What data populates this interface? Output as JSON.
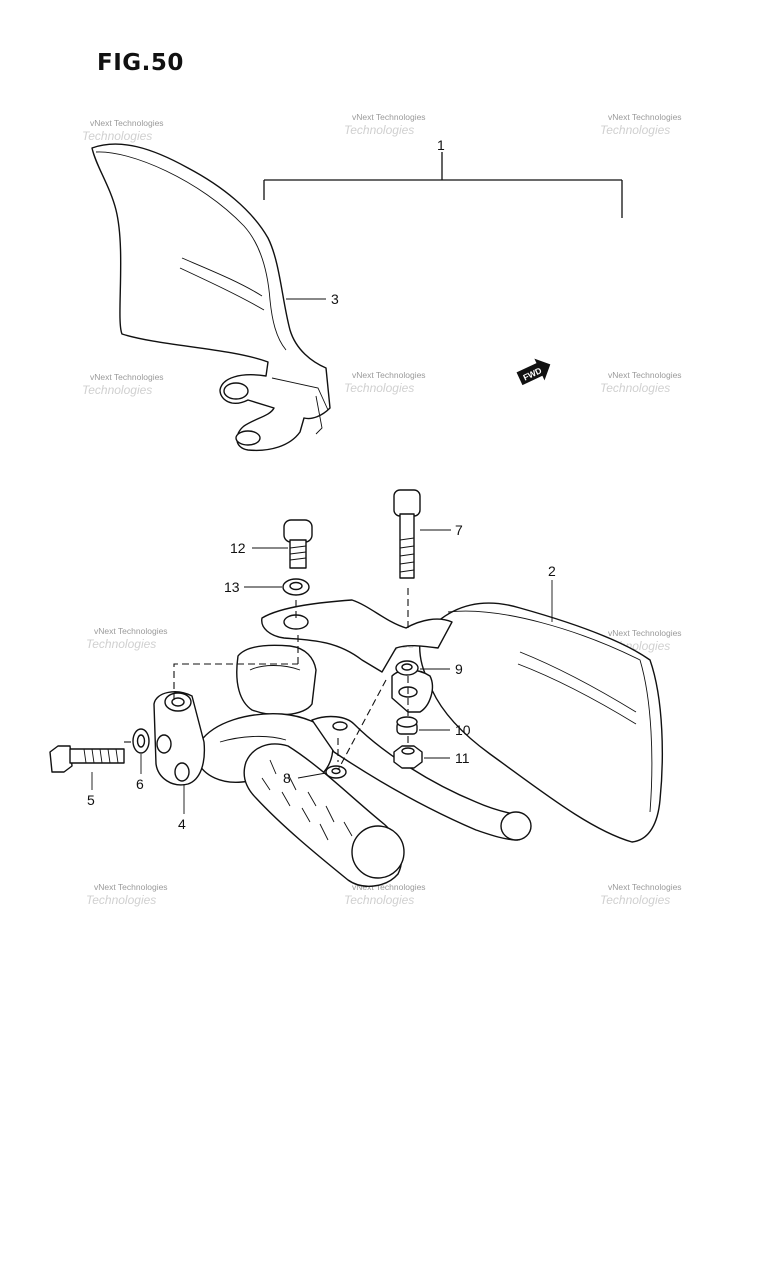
{
  "figure": {
    "title": "FIG.50"
  },
  "callouts": [
    {
      "id": "1",
      "label": "1"
    },
    {
      "id": "2",
      "label": "2"
    },
    {
      "id": "3",
      "label": "3"
    },
    {
      "id": "4",
      "label": "4"
    },
    {
      "id": "5",
      "label": "5"
    },
    {
      "id": "6",
      "label": "6"
    },
    {
      "id": "7",
      "label": "7"
    },
    {
      "id": "8",
      "label": "8"
    },
    {
      "id": "9",
      "label": "9"
    },
    {
      "id": "10",
      "label": "10"
    },
    {
      "id": "11",
      "label": "11"
    },
    {
      "id": "12",
      "label": "12"
    },
    {
      "id": "13",
      "label": "13"
    }
  ],
  "fwd_marker": {
    "label": "FWD"
  },
  "watermark": {
    "line1": "vNext Technologies",
    "line2": "Technologies"
  }
}
